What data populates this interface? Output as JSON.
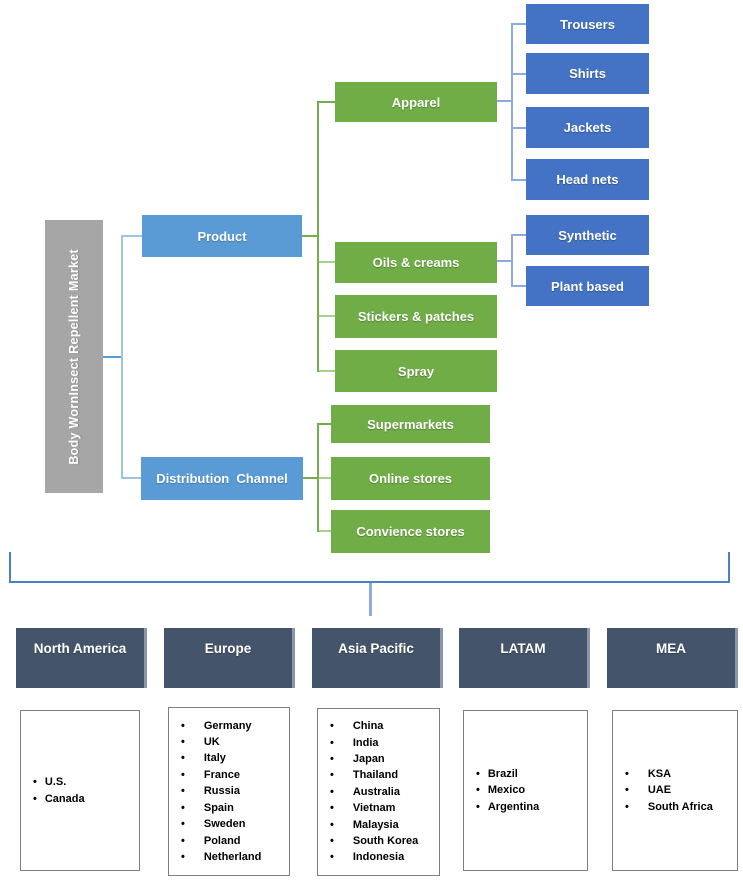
{
  "diagram": {
    "root_label": "Body WornInsect Repellent Market",
    "level1": {
      "product": "Product",
      "distribution": "Distribution  Channel"
    },
    "product_segments": {
      "apparel": "Apparel",
      "oils": "Oils & creams",
      "stickers": "Stickers & patches",
      "spray": "Spray"
    },
    "apparel_types": {
      "trousers": "Trousers",
      "shirts": "Shirts",
      "jackets": "Jackets",
      "headnets": "Head nets"
    },
    "oils_types": {
      "synthetic": "Synthetic",
      "plant": "Plant based"
    },
    "distribution_channels": {
      "supermarkets": "Supermarkets",
      "online": "Online stores",
      "convience": "Convience stores"
    }
  },
  "regions": {
    "north_america": {
      "name": "North America",
      "countries": [
        "U.S.",
        "Canada"
      ]
    },
    "europe": {
      "name": "Europe",
      "countries": [
        "Germany",
        "UK",
        "Italy",
        "France",
        "Russia",
        "Spain",
        "Sweden",
        "Poland",
        "Netherland"
      ]
    },
    "asia_pacific": {
      "name": "Asia Pacific",
      "countries": [
        "China",
        "India",
        "Japan",
        "Thailand",
        "Australia",
        "Vietnam",
        "Malaysia",
        "South Korea",
        "Indonesia"
      ]
    },
    "latam": {
      "name": "LATAM",
      "countries": [
        "Brazil",
        "Mexico",
        "Argentina"
      ]
    },
    "mea": {
      "name": "MEA",
      "countries": [
        "KSA",
        "UAE",
        "South Africa"
      ]
    }
  },
  "colors": {
    "green": "#70AD47",
    "green-line": "#74AE4C",
    "green-line-light": "#A9D18E",
    "blue-mid": "#5B9BD5",
    "blue-dark": "#4472C4",
    "blue-line": "#9DC3E6",
    "periwinkle": "#8FAADC",
    "bracket-blue": "#4A80C4",
    "slate": "#44546A",
    "slate-light": "#8B97A9",
    "gray-root": "#A6A6A6",
    "list-border": "#7F7F7F"
  }
}
